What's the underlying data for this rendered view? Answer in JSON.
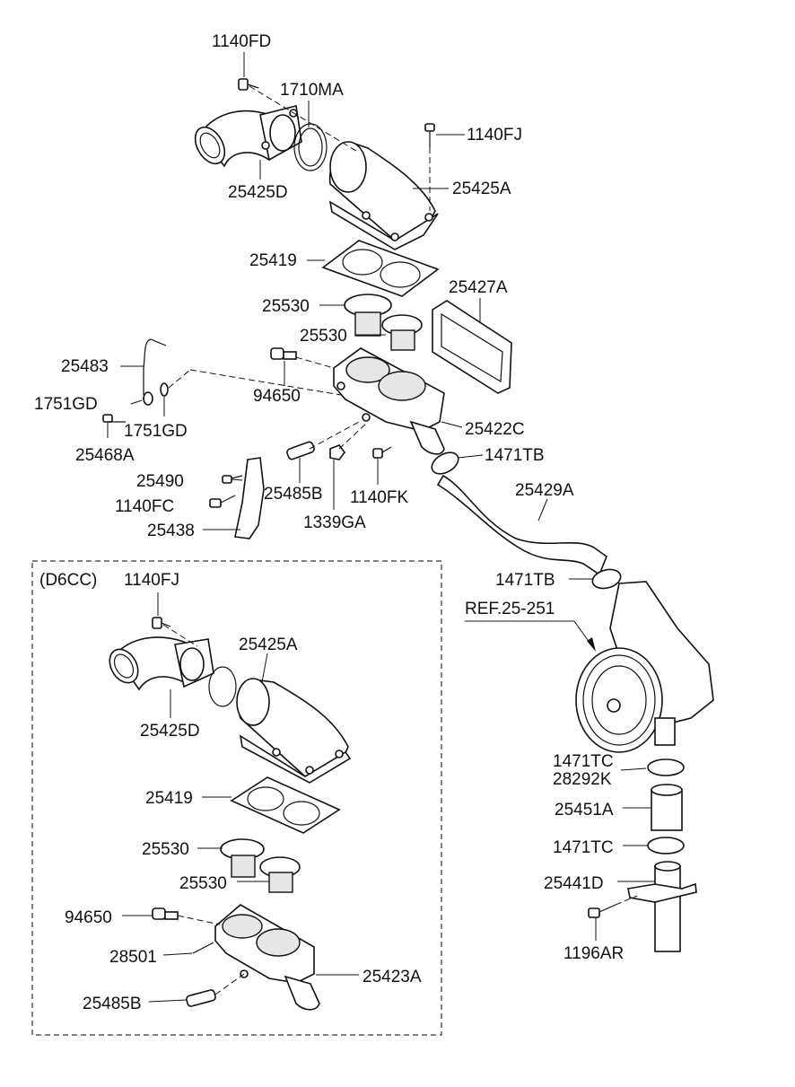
{
  "labels": {
    "bolt_1140FD": "1140FD",
    "oring_1710MA": "1710MA",
    "bolt_1140FJ_top": "1140FJ",
    "elbow_25425D_top": "25425D",
    "housing_25425A_top": "25425A",
    "gasket_25419_top": "25419",
    "gasket_25427A": "25427A",
    "thermostat_25530_top_a": "25530",
    "thermostat_25530_top_b": "25530",
    "pipe_25483": "25483",
    "sensor_94650_top": "94650",
    "washer_1751GD_left": "1751GD",
    "washer_1751GD_right": "1751GD",
    "housing_25422C": "25422C",
    "bolt_25468A": "25468A",
    "clamp_1471TB_top": "1471TB",
    "bolt_25490": "25490",
    "plug_25485B_top": "25485B",
    "bolt_1140FK": "1140FK",
    "bolt_1140FC": "1140FC",
    "nut_1339GA": "1339GA",
    "bracket_25438": "25438",
    "hose_25429A": "25429A",
    "clamp_1471TB_bottom": "1471TB",
    "ref_water_pump": "REF.25-251",
    "variant_d6cc": "(D6CC)",
    "bolt_1140FJ_d6cc": "1140FJ",
    "housing_25425A_d6cc": "25425A",
    "elbow_25425D_d6cc": "25425D",
    "gasket_25419_d6cc": "25419",
    "thermostat_25530_d6cc_a": "25530",
    "thermostat_25530_d6cc_b": "25530",
    "sensor_94650_d6cc": "94650",
    "stud_28501": "28501",
    "housing_25423A": "25423A",
    "plug_25485B_d6cc": "25485B",
    "clamp_1471TC_a": "1471TC",
    "clamp_28292K": "28292K",
    "hose_25451A": "25451A",
    "clamp_1471TC_b": "1471TC",
    "pipe_25441D": "25441D",
    "bolt_1196AR": "1196AR"
  }
}
